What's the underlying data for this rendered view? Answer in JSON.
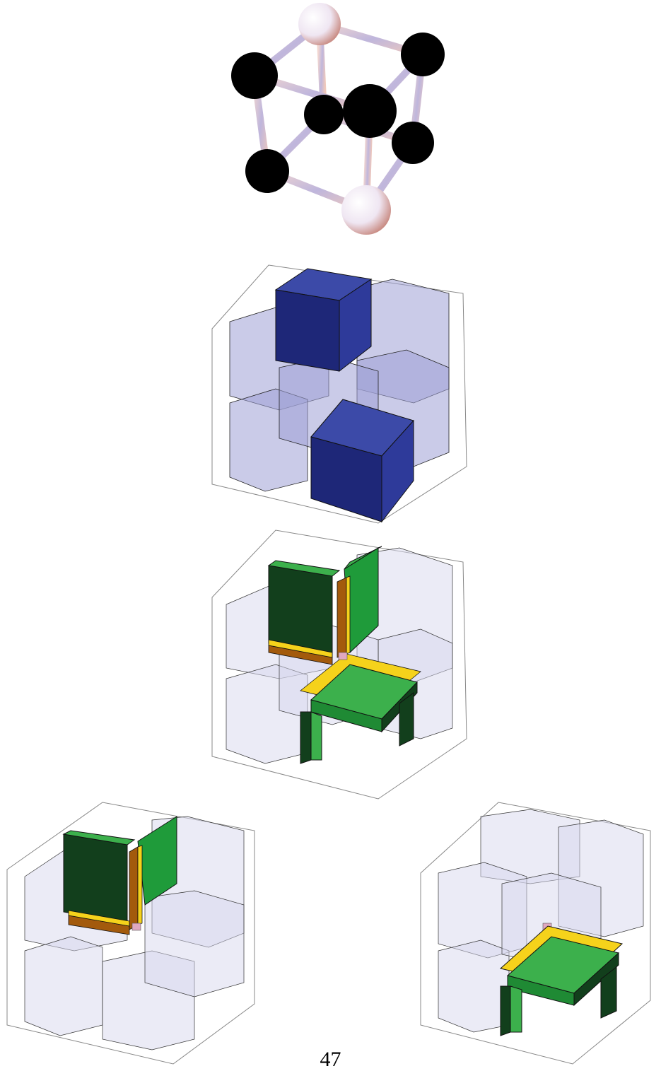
{
  "page": {
    "number": "47"
  },
  "figures": [
    {
      "name": "cube-graph-figure",
      "vertex_colors": {
        "black": "#000000",
        "white": "#f4f4fb",
        "white_shade": "#d7a8a4"
      },
      "edge_color": "#c9b6c8"
    },
    {
      "name": "blue-cube-array-figure",
      "accent": "#2e3a9a",
      "transparent_fill": "#9c9ed6"
    },
    {
      "name": "green-slab-figure",
      "accent": "#3cb04c",
      "dark": "#123f1c",
      "yellow": "#f5d21b",
      "brown": "#a35a0c",
      "pink": "#e0a8c0"
    },
    {
      "name": "green-slab-left-figure"
    },
    {
      "name": "green-slab-right-figure"
    }
  ]
}
